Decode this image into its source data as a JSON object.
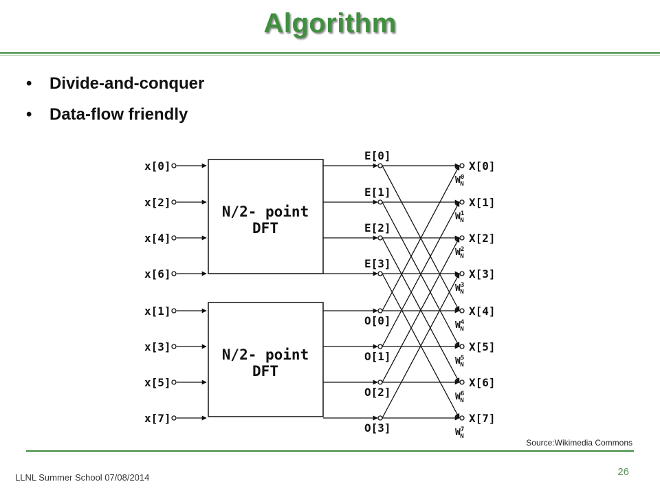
{
  "slide": {
    "title": "Algorithm",
    "bullets": [
      "Divide-and-conquer",
      "Data-flow friendly"
    ],
    "source": "Source:Wikimedia Commons",
    "footer": "LLNL Summer School 07/08/2014",
    "page_number": "26"
  },
  "diagram": {
    "inputs": [
      "x[0]",
      "x[2]",
      "x[4]",
      "x[6]",
      "x[1]",
      "x[3]",
      "x[5]",
      "x[7]"
    ],
    "dft_top": [
      "N/2- point",
      "DFT"
    ],
    "dft_bottom": [
      "N/2- point",
      "DFT"
    ],
    "even_labels": [
      "E[0]",
      "E[1]",
      "E[2]",
      "E[3]"
    ],
    "odd_labels": [
      "O[0]",
      "O[1]",
      "O[2]",
      "O[3]"
    ],
    "outputs": [
      "X[0]",
      "X[1]",
      "X[2]",
      "X[3]",
      "X[4]",
      "X[5]",
      "X[6]",
      "X[7]"
    ],
    "twiddle_base": "W",
    "twiddle_sub": "N",
    "twiddle_exps": [
      "0",
      "1",
      "2",
      "3",
      "4",
      "5",
      "6",
      "7"
    ]
  },
  "colors": {
    "accent": "#3d8b3d",
    "title": "#3f8f3f",
    "ink": "#111111"
  }
}
